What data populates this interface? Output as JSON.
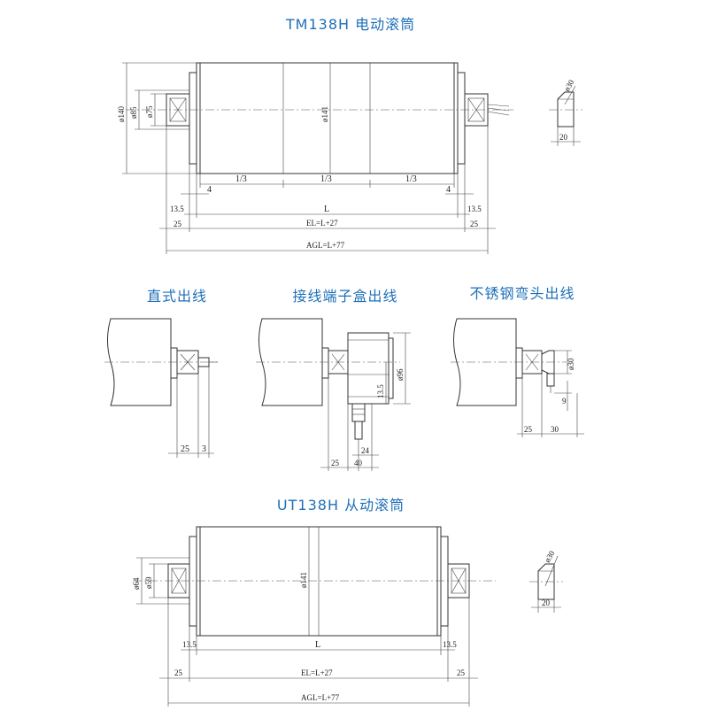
{
  "titles": {
    "motorized": "TM138H 电动滚筒",
    "straight": "直式出线",
    "junction": "接线端子盒出线",
    "elbow": "不锈钢弯头出线",
    "idler": "UT138H 从动滚筒"
  },
  "top": {
    "d140": "ø140",
    "d85": "ø85",
    "d75": "ø75",
    "d141": "ø141",
    "third": "1/3",
    "four": "4",
    "l": "L",
    "t135": "13.5",
    "t25": "25",
    "el": "EL=L+27",
    "agl": "AGL=L+77",
    "side_d30": "ø30",
    "side_20": "20"
  },
  "mid": {
    "s25": "25",
    "s3": "3",
    "j135": "13.5",
    "j96": "ø96",
    "j24": "24",
    "j25": "25",
    "j40": "40",
    "e30": "ø30",
    "e9": "9",
    "e25": "25",
    "e30b": "30"
  },
  "bottom": {
    "d64": "ø64",
    "d59": "ø59",
    "d141": "ø141",
    "t135": "13.5",
    "l": "L",
    "t25": "25",
    "el": "EL=L+27",
    "agl": "AGL=L+77",
    "side_d30": "ø30",
    "side_20": "20"
  }
}
